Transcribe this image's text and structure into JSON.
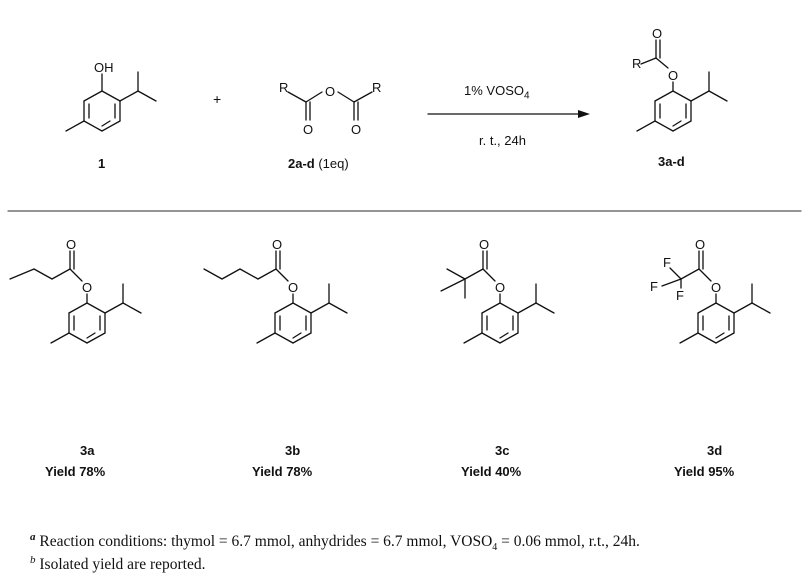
{
  "scheme": {
    "reactant1_label": "1",
    "reactant1_oh": "OH",
    "plus": "+",
    "reactant2_label_bold": "2a-d",
    "reactant2_label_rest": " (1eq)",
    "anhydride_atoms": {
      "r": "R",
      "o": "O"
    },
    "catalyst_prefix": "1% ",
    "catalyst_main": "VOSO",
    "catalyst_sub": "4",
    "conditions": "r. t., 24h",
    "product_label": "3a-d",
    "product_atoms": {
      "r": "R",
      "o": "O"
    }
  },
  "products": [
    {
      "id": "3a",
      "yield": "Yield 78%"
    },
    {
      "id": "3b",
      "yield": "Yield 78%"
    },
    {
      "id": "3c",
      "yield": "Yield 40%"
    },
    {
      "id": "3d",
      "yield": "Yield 95%",
      "substituent_atoms": [
        "F",
        "F",
        "F"
      ]
    }
  ],
  "footnotes": {
    "a_mark": "a",
    "a_text_pre": " Reaction conditions: thymol = 6.7 mmol, anhydrides = 6.7 mmol, VOSO",
    "a_sub": "4",
    "a_text_post": " = 0.06 mmol, r.t., 24h.",
    "b_mark": "b",
    "b_text": " Isolated yield are reported."
  },
  "colors": {
    "ink": "#111111",
    "divider": "#555555"
  }
}
